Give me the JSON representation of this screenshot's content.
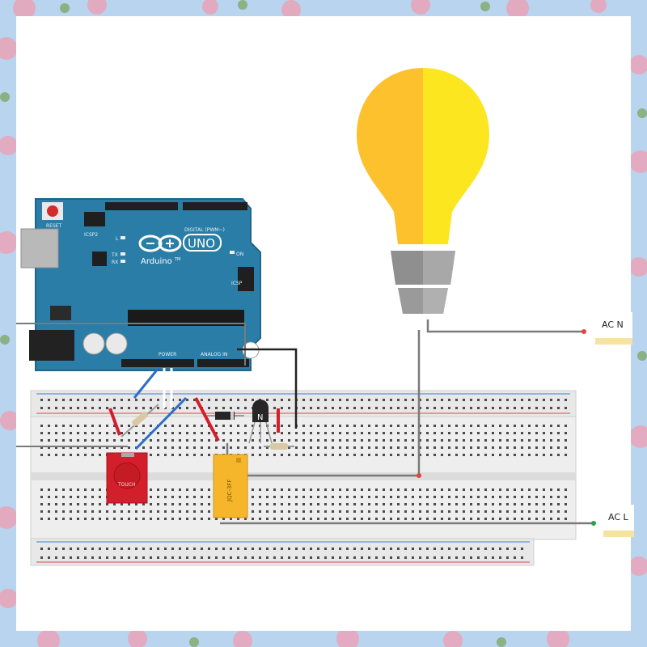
{
  "diagram": {
    "board": {
      "reset_label": "RESET",
      "icsp_label": "ICSP2",
      "icsp_label_right": "ICSP",
      "brand": "Arduino",
      "trademark": "TM",
      "model": "UNO",
      "led_l": "L",
      "led_tx": "TX",
      "led_rx": "RX",
      "on_label": "ON",
      "digital_label": "DIGITAL (PWM~)",
      "power_label": "POWER",
      "analog_label": "ANALOG IN"
    },
    "touch_sensor_label": "TOUCH",
    "transistor_label": "N",
    "relay_label": "JQC-3FF",
    "ac_n_label": "AC N",
    "ac_l_label": "AC L",
    "colors": {
      "board": "#2a7da6",
      "bulb_left": "#fcc12d",
      "bulb_right": "#fbe61f",
      "socket": "#9e9e9e",
      "relay": "#f6b62b",
      "touch": "#d21f2b",
      "wire_blue": "#2a6fc9",
      "wire_red": "#d21f2b",
      "wire_grey": "#7a7a7a"
    }
  }
}
